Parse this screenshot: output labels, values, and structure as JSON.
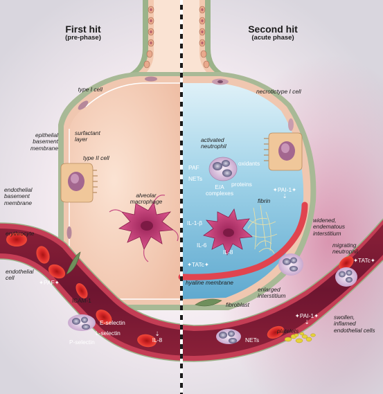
{
  "headers": {
    "first_hit": "First hit",
    "first_hit_phase": "(pre-phase)",
    "second_hit": "Second hit",
    "second_hit_phase": "(acute phase)"
  },
  "left_labels": {
    "type1_cell": "type I cell",
    "epithelial_bm_1": "epithelial",
    "epithelial_bm_2": "basement",
    "epithelial_bm_3": "membrane",
    "surfactant_1": "surfactant",
    "surfactant_2": "layer",
    "type2_cell": "type II cell",
    "alveolar_macrophage_1": "alveolar",
    "alveolar_macrophage_2": "macrophage",
    "endothelial_bm_1": "endothelial",
    "endothelial_bm_2": "basement",
    "endothelial_bm_3": "membrane",
    "erythrocyte": "erythrocyte",
    "endothelial_cell_1": "endothelial",
    "endothelial_cell_2": "cell",
    "paf": "PAF",
    "icam1": "ICAM-1",
    "e_selectin": "E-selectin",
    "l_selectin": "L-selectin",
    "p_selectin": "P-selectin",
    "il8": "IL-8"
  },
  "right_labels": {
    "necrotic_type1_cell": "necrotictype I cell",
    "activated_neutrophil_1": "activated",
    "activated_neutrophil_2": "neutrophil",
    "paf": "PAF",
    "nets": "NETs",
    "oxidants": "oxidants",
    "proteins": "proteins",
    "ea_complexes_1": "E/A",
    "ea_complexes_2": "complexes",
    "pai1_alveolus": "PAI-1",
    "fibrin": "fibrin",
    "il1": "IL-1-β",
    "il6": "IL-6",
    "il8": "IL-8",
    "tatc_alveolus": "TATc",
    "widened_interstitium_1": "widened,",
    "widened_interstitium_2": "endematous",
    "widened_interstitium_3": "interstitium",
    "migrating_neutrophil_1": "migrating",
    "migrating_neutrophil_2": "neutrophil",
    "tatc_vessel": "TATc",
    "hyaline_membrane": "hyaline membrane",
    "enlarged_interstitium_1": "enlarged",
    "enlarged_interstitium_2": "interstitium",
    "fibroblast": "fibroblast",
    "pai1_vessel": "PAI-1",
    "swollen_cells_1": "swollen,",
    "swollen_cells_2": "inflamed",
    "swollen_cells_3": "endothelial cells",
    "platelets": "platelets",
    "nets_vessel": "NETs"
  },
  "colors": {
    "background": "#e6e3ea",
    "alveolus_left": "#f4cdb5",
    "alveolus_right": "#8ec8e2",
    "vessel_wall": "#c43d55",
    "vessel_lumen": "#7a1a33",
    "erythrocyte": "#d42a2a",
    "macrophage": "#c23c72",
    "neutrophil": "#e9d8ea",
    "platelet": "#e6d23a",
    "hyaline": "#e0444f",
    "divider": "#ffffff"
  }
}
